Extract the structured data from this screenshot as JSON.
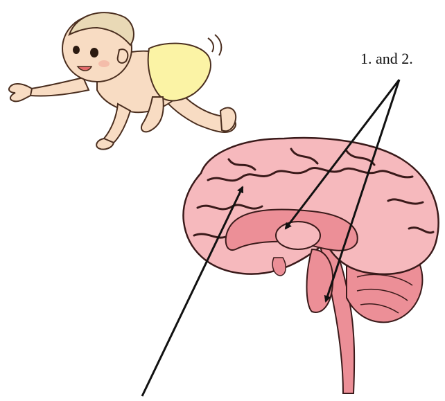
{
  "figure": {
    "callout_label": "1. and 2.",
    "subjects": {
      "baby": "crawling-baby-illustration",
      "brain": "brain-sagittal-section-illustration"
    },
    "colors": {
      "skin": "#f8dcc3",
      "skin_outline": "#4a2e1f",
      "hair": "#e9d9b6",
      "diaper": "#fbf3a5",
      "brain_cortex": "#f6b9bd",
      "brain_inner": "#ec8f97",
      "brain_outline": "#3a1a1a",
      "arrow": "#111111"
    }
  }
}
